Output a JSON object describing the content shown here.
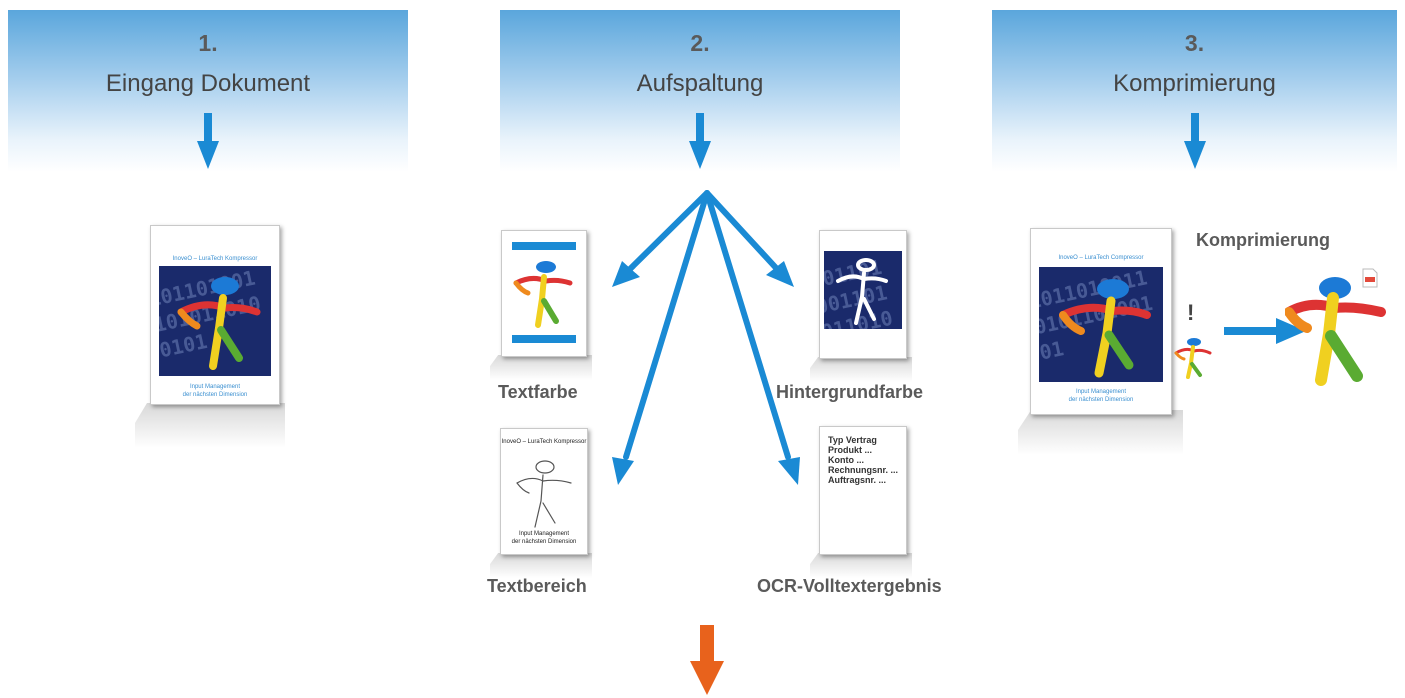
{
  "steps": [
    {
      "number": "1.",
      "title": "Eingang Dokument"
    },
    {
      "number": "2.",
      "title": "Aufspaltung"
    },
    {
      "number": "3.",
      "title": "Komprimierung"
    }
  ],
  "doc1": {
    "header": "InoveO – LuraTech Kompressor",
    "footer1": "Input Management",
    "footer2": "der nächsten Dimension"
  },
  "split": {
    "textfarbe": "Textfarbe",
    "hintergrundfarbe": "Hintergrundfarbe",
    "textbereich": "Textbereich",
    "ocr": "OCR-Volltextergebnis",
    "textbereich_doc": {
      "header": "InoveO – LuraTech Kompressor",
      "footer1": "Input Management",
      "footer2": "der nächsten Dimension"
    },
    "ocr_lines": [
      "Typ Vertrag",
      "Produkt ...",
      "Konto ...",
      "Rechnungsnr. ...",
      "Auftragsnr. ..."
    ]
  },
  "compress": {
    "label": "Komprimierung",
    "exclamation": "!",
    "doc_header": "InoveO – LuraTech Compressor",
    "footer1": "Input Management",
    "footer2": "der nächsten Dimension"
  },
  "colors": {
    "blue_arrow": "#1a8ad4",
    "orange_arrow": "#e8621c",
    "header_blue": "#5aa6dc"
  }
}
